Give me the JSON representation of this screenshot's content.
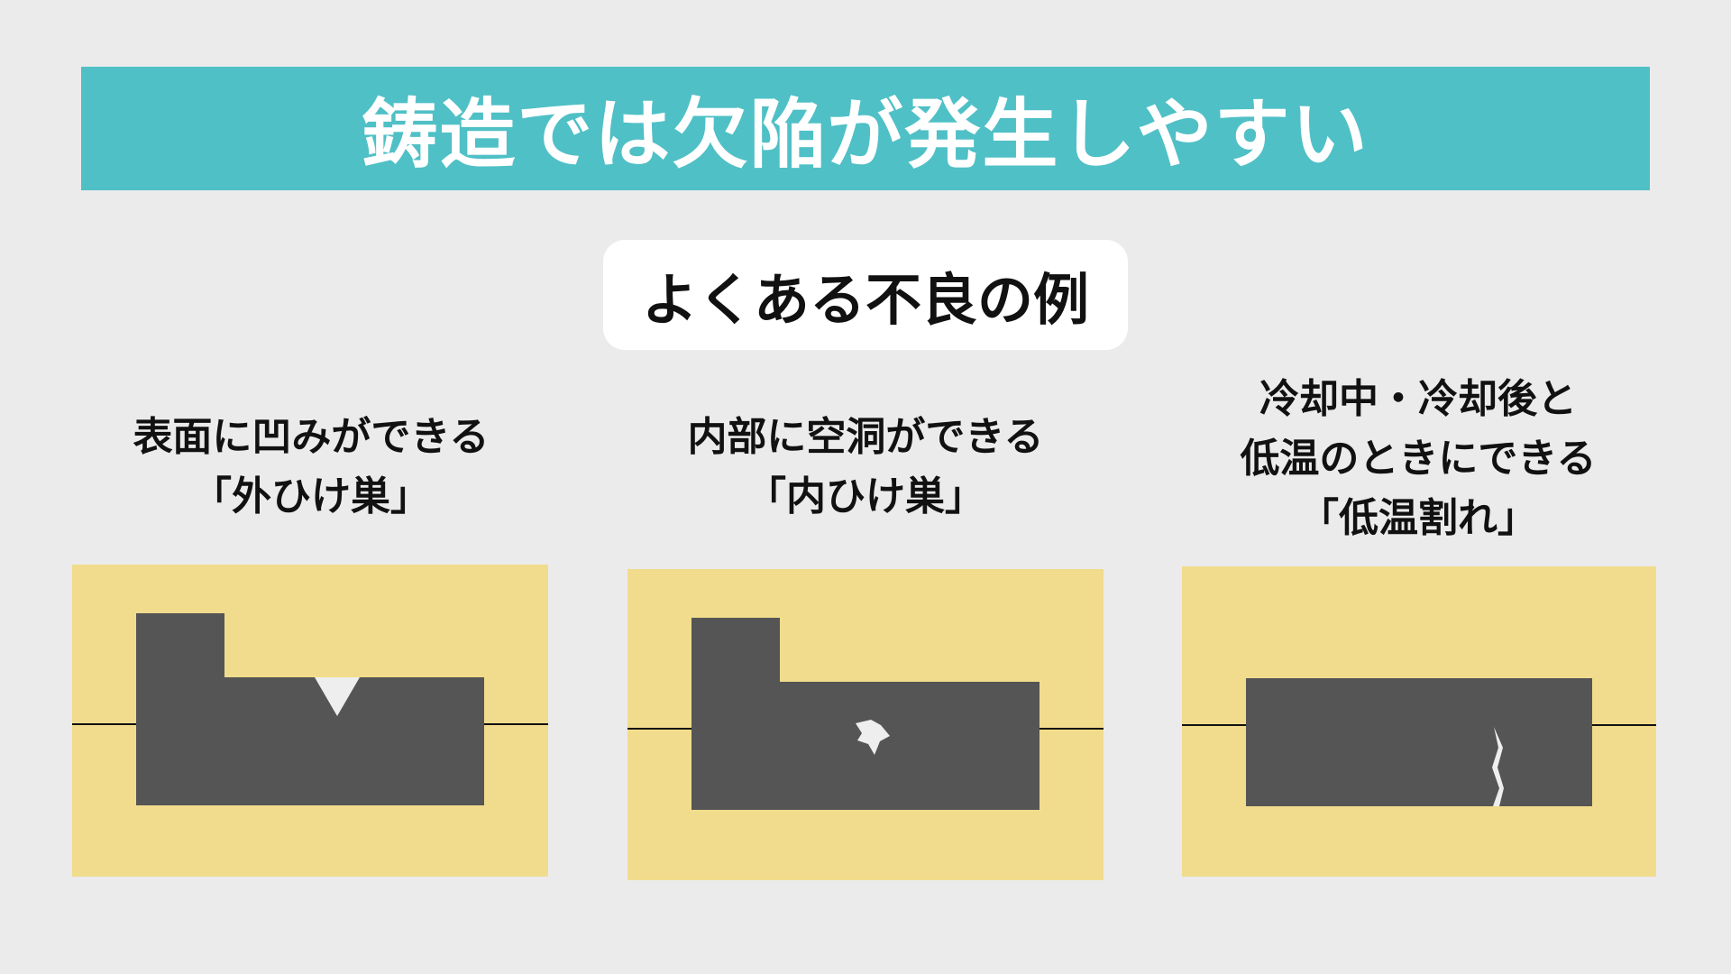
{
  "title": "鋳造では欠陥が発生しやすい",
  "subtitle": "よくある不良の例",
  "colors": {
    "background": "#ebebeb",
    "banner": "#4fc0c6",
    "mold": "#f1dc8d",
    "casting": "#555555",
    "defect": "#eeeeee",
    "parting_line": "#111111"
  },
  "defects": [
    {
      "label_lines": [
        "表面に凹みができる",
        "「外ひけ巣」"
      ],
      "defect_shape": "v-notch"
    },
    {
      "label_lines": [
        "内部に空洞ができる",
        "「内ひけ巣」"
      ],
      "defect_shape": "star-void"
    },
    {
      "label_lines": [
        "冷却中・冷却後と",
        "低温のときにできる",
        "「低温割れ」"
      ],
      "defect_shape": "zigzag-crack"
    }
  ]
}
